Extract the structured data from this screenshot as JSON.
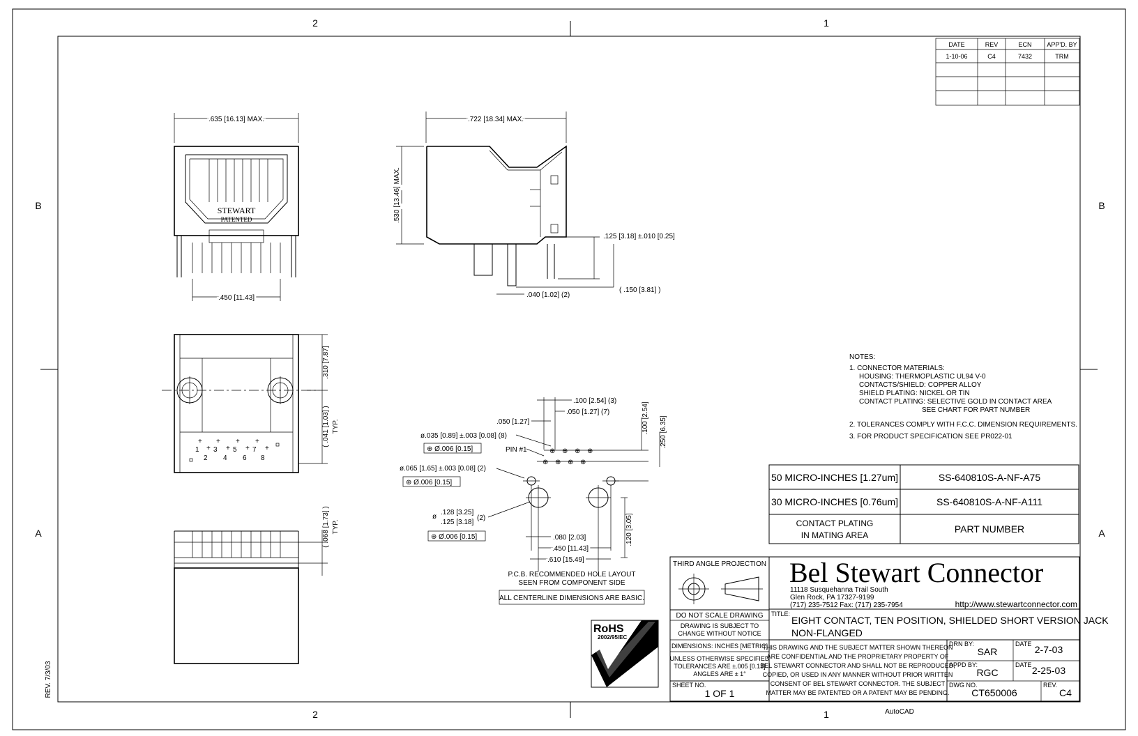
{
  "zones": {
    "top_left": "2",
    "top_right": "1",
    "bottom_left": "2",
    "bottom_right": "1",
    "left_upper": "B",
    "left_lower": "A",
    "right_upper": "B",
    "right_lower": "A"
  },
  "revision_table": {
    "headers": [
      "DATE",
      "REV",
      "ECN",
      "APP'D. BY"
    ],
    "rows": [
      [
        "1-10-06",
        "C4",
        "7432",
        "TRM"
      ]
    ]
  },
  "dimensions": {
    "front_width": ".635 [16.13] MAX.",
    "front_pin_span": ".450 [11.43]",
    "side_length": ".722 [18.34] MAX.",
    "side_height": ".530 [13.46] MAX.",
    "pin_length": ".125 [3.18] ±.010 [0.25]",
    "post_length": "( .150 [3.81] )",
    "pin_width": ".040 [1.02] (2)",
    "top_310": ".310 [7.87]",
    "top_041": "( .041 [1.03] )",
    "top_041_typ": "TYP.",
    "bottom_068": "( .068 [1.73] )",
    "bottom_068_typ": "TYP.",
    "pcb_100_top": ".100 [2.54] (3)",
    "pcb_050_top": ".050 [1.27] (7)",
    "pcb_050_left": ".050 [1.27]",
    "pcb_035": "ø.035 [0.89] ±.003 [0.08] (8)",
    "pcb_pin1": "PIN #1",
    "pcb_065": "ø.065 [1.65] ±.003 [0.08] (2)",
    "pcb_128": ".128 [3.25]",
    "pcb_125": ".125 [3.18]",
    "pcb_128_count": "(2)",
    "pcb_dia": "ø",
    "pcb_080": ".080 [2.03]",
    "pcb_450": ".450 [11.43]",
    "pcb_610": ".610 [15.49]",
    "pcb_v100": ".100 [2.54]",
    "pcb_v250": ".250 [6.35]",
    "pcb_v120": ".120 [3.05]",
    "tol_frame": "⊕ Ø.006 [0.15]"
  },
  "pin_numbers_top": [
    "1",
    "3",
    "5",
    "7"
  ],
  "pin_numbers_bottom": [
    "2",
    "4",
    "6",
    "8"
  ],
  "front_view_label": "STEWART",
  "front_view_sublabel": "PATENTED",
  "pcb_caption_1": "P.C.B. RECOMMENDED HOLE LAYOUT",
  "pcb_caption_2": "SEEN FROM COMPONENT SIDE",
  "centerline_note": "ALL CENTERLINE DIMENSIONS ARE BASIC.",
  "notes": {
    "heading": "NOTES:",
    "lines": [
      "1.  CONNECTOR MATERIALS:",
      "HOUSING:   THERMOPLASTIC UL94 V-0",
      "CONTACTS/SHIELD:   COPPER ALLOY",
      "SHIELD PLATING:  NICKEL OR TIN",
      "CONTACT PLATING:  SELECTIVE GOLD IN CONTACT AREA",
      "SEE CHART FOR PART NUMBER",
      "2.  TOLERANCES COMPLY WITH F.C.C. DIMENSION REQUIREMENTS.",
      "3.  FOR PRODUCT SPECIFICATION SEE PR022-01"
    ]
  },
  "part_table": {
    "rows": [
      {
        "plating": "50 MICRO-INCHES [1.27um]",
        "part": "SS-640810S-A-NF-A75"
      },
      {
        "plating": "30 MICRO-INCHES [0.76um]",
        "part": "SS-640810S-A-NF-A111"
      }
    ],
    "header_plating_1": "CONTACT PLATING",
    "header_plating_2": "IN MATING AREA",
    "header_part": "PART NUMBER"
  },
  "title_block": {
    "projection": "THIRD ANGLE PROJECTION",
    "company": "Bel Stewart Connector",
    "address_1": "11118 Susquehanna Trail South",
    "address_2": "Glen Rock, PA   17327-9199",
    "phone": "(717) 235-7512   Fax: (717) 235-7954",
    "url": "http://www.stewartconnector.com",
    "do_not_scale": "DO NOT SCALE DRAWING",
    "subject_1": "DRAWING IS SUBJECT TO",
    "subject_2": "CHANGE WITHOUT NOTICE",
    "dims": "DIMENSIONS: INCHES [METRIC]",
    "tol_1": "UNLESS OTHERWISE SPECIFIED",
    "tol_2": "TOLERANCES ARE ±.005 [0.13]",
    "tol_3": "ANGLES ARE ± 1°",
    "sheet_label": "SHEET NO.",
    "sheet": "1  OF  1",
    "title_label": "TITLE:",
    "title_1": "EIGHT CONTACT, TEN POSITION, SHIELDED SHORT VERSION JACK",
    "title_2": "NON-FLANGED",
    "conf_1": "THIS DRAWING AND THE SUBJECT MATTER SHOWN THEREON",
    "conf_2": "ARE CONFIDENTIAL AND THE PROPRIETARY PROPERTY OF",
    "conf_3": "BEL STEWART CONNECTOR AND SHALL NOT BE REPRODUCED,",
    "conf_4": "COPIED, OR USED IN ANY MANNER WITHOUT PRIOR WRITTEN",
    "conf_5": "CONSENT OF BEL STEWART CONNECTOR.  THE SUBJECT",
    "conf_6": "MATTER MAY BE PATENTED OR A PATENT MAY BE PENDING.",
    "drn_label": "DRN BY:",
    "drn": "SAR",
    "drn_date_label": "DATE",
    "drn_date": "2-7-03",
    "appd_label": "APPD BY:",
    "appd": "RGC",
    "appd_date_label": "DATE",
    "appd_date": "2-25-03",
    "dwg_label": "DWG NO.",
    "dwg": "CT650006",
    "rev_label": "REV.",
    "rev": "C4"
  },
  "rohs": {
    "mark": "RoHS",
    "directive": "2002/95/EC"
  },
  "side_rev": "REV. 7/3/03",
  "autocad": "AutoCAD"
}
